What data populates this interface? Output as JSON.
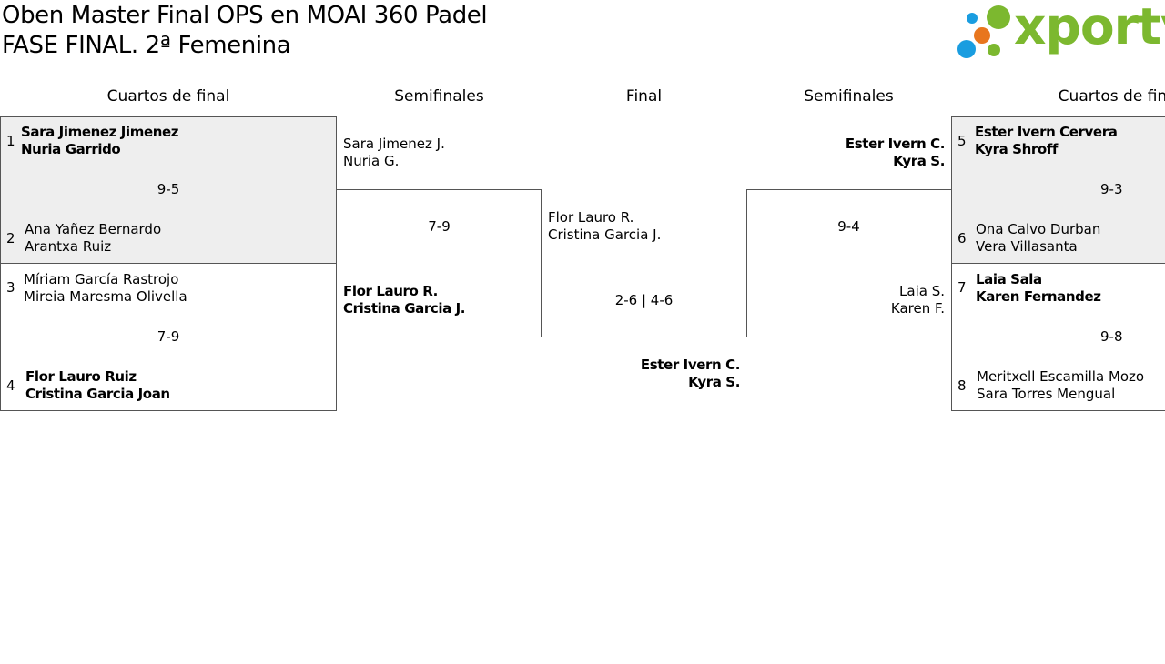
{
  "header": {
    "title_line1": "Oben Master Final OPS en MOAI 360 Padel",
    "title_line2": "FASE FINAL. 2ª Femenina",
    "logo_text": "xporty"
  },
  "colors": {
    "logo_green": "#7cb82f",
    "logo_blue": "#1a9de0",
    "logo_orange": "#e8761e",
    "match_shade": "#eeeeee"
  },
  "rounds": {
    "left_qf": "Cuartos de final",
    "left_sf": "Semifinales",
    "final": "Final",
    "right_sf": "Semifinales",
    "right_qf": "Cuartos de final"
  },
  "left_qf": [
    {
      "seed_a": "1",
      "a1": "Sara Jimenez Jimenez",
      "a2": "Nuria Garrido",
      "score": "9-5",
      "seed_b": "2",
      "b1": "Ana Yañez Bernardo",
      "b2": "Arantxa Ruiz"
    },
    {
      "seed_a": "3",
      "a1": "Míriam García Rastrojo",
      "a2": "Mireia Maresma Olivella",
      "score": "7-9",
      "seed_b": "4",
      "b1": "Flor Lauro Ruiz",
      "b2": "Cristina Garcia Joan"
    }
  ],
  "left_sf": {
    "a1": "Sara Jimenez J.",
    "a2": "Nuria G.",
    "score": "7-9",
    "b1": "Flor Lauro R.",
    "b2": "Cristina Garcia J."
  },
  "final": {
    "a1": "Flor Lauro R.",
    "a2": "Cristina Garcia J.",
    "score": "2-6 | 4-6",
    "b1": "Ester Ivern C.",
    "b2": "Kyra S."
  },
  "right_sf": {
    "a1": "Ester Ivern C.",
    "a2": "Kyra S.",
    "score": "9-4",
    "b1": "Laia S.",
    "b2": "Karen F."
  },
  "right_qf": [
    {
      "seed_a": "5",
      "a1": "Ester Ivern Cervera",
      "a2": "Kyra Shroff",
      "score": "9-3",
      "seed_b": "6",
      "b1": "Ona Calvo Durban",
      "b2": "Vera Villasanta"
    },
    {
      "seed_a": "7",
      "a1": "Laia Sala",
      "a2": "Karen Fernandez",
      "score": "9-8",
      "seed_b": "8",
      "b1": "Meritxell Escamilla Mozo",
      "b2": "Sara Torres Mengual"
    }
  ]
}
